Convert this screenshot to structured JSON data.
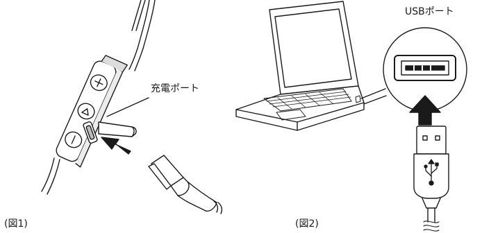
{
  "figure1": {
    "caption": "(図1)",
    "callout": "充電ポート"
  },
  "figure2": {
    "caption": "(図2)",
    "callout": "USBポート"
  }
}
